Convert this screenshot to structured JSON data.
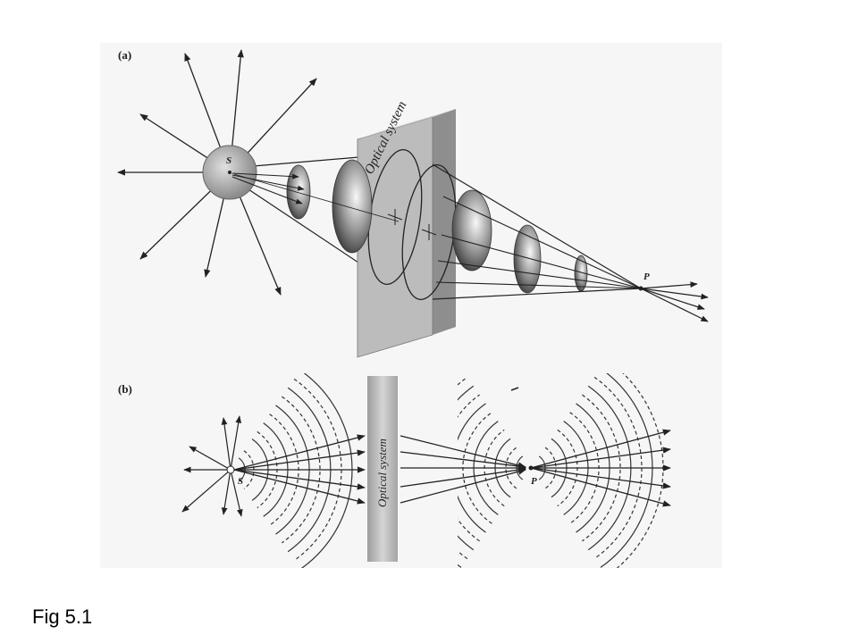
{
  "figure": {
    "panel_a": {
      "label": "(a)",
      "source_label": "S",
      "focus_label": "P",
      "system_label": "Optical system"
    },
    "panel_b": {
      "label": "(b)",
      "source_label": "S",
      "focus_label": "P",
      "system_label": "Optical system"
    }
  },
  "caption": "Fig 5.1",
  "colors": {
    "panel_background": "#f6f6f6",
    "ink": "#222222",
    "plate": "#bcbcbc"
  }
}
